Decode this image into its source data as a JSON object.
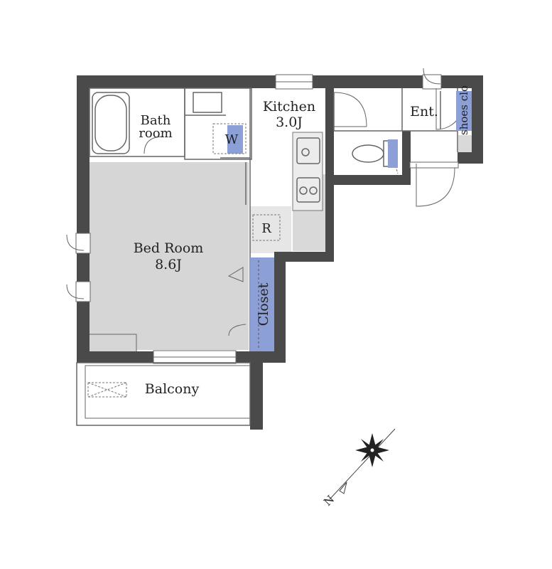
{
  "rooms": {
    "bath": {
      "line1": "Bath",
      "line2": "room"
    },
    "kitchen": {
      "name": "Kitchen",
      "size": "3.0J"
    },
    "entrance": {
      "name": "Ent."
    },
    "shoes": {
      "name": "shoes clo"
    },
    "washer": {
      "name": "W"
    },
    "fridge": {
      "name": "R"
    },
    "bedroom": {
      "name": "Bed Room",
      "size": "8.6J"
    },
    "closet": {
      "name": "Closet"
    },
    "balcony": {
      "name": "Balcony"
    }
  },
  "compass": {
    "north": "N"
  },
  "colors": {
    "wall": "#4a4a4a",
    "floor": "#d4d4d4",
    "storage": "#8c9fd6",
    "line": "#555555"
  }
}
